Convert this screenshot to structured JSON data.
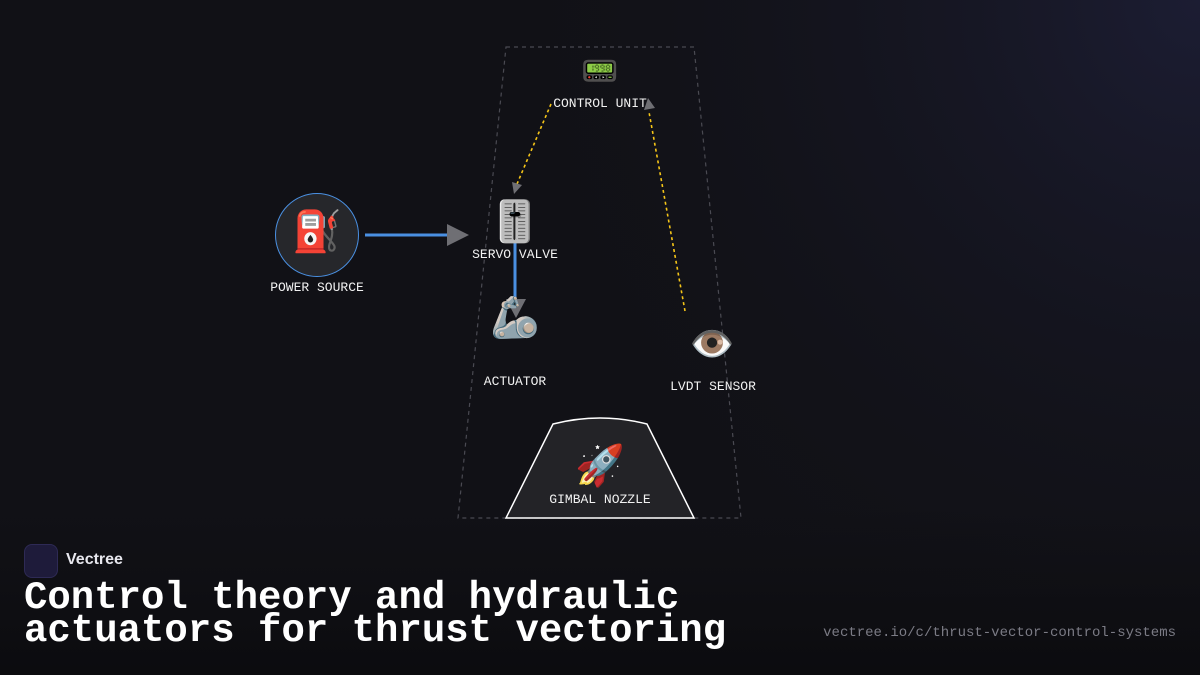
{
  "diagram": {
    "nodes": {
      "control_unit": {
        "label": "CONTROL UNIT",
        "icon": "pager-icon",
        "glyph": "📟"
      },
      "servo_valve": {
        "label": "SERVO VALVE",
        "icon": "level-slider-icon",
        "glyph": "🎚️"
      },
      "power_source": {
        "label": "POWER SOURCE",
        "icon": "fuel-pump-icon",
        "glyph": "⛽"
      },
      "actuator": {
        "label": "ACTUATOR",
        "icon": "mechanical-arm-icon",
        "glyph": "🦾"
      },
      "lvdt_sensor": {
        "label": "LVDT SENSOR",
        "icon": "eye-icon",
        "glyph": "👁️"
      },
      "gimbal_nozzle": {
        "label": "GIMBAL NOZZLE",
        "icon": "rocket-icon",
        "glyph": "🚀"
      }
    },
    "edges": [
      {
        "from": "power_source",
        "to": "servo_valve",
        "style": "solid",
        "color": "#4a90e2"
      },
      {
        "from": "servo_valve",
        "to": "actuator",
        "style": "solid",
        "color": "#4a90e2"
      },
      {
        "from": "control_unit",
        "to": "servo_valve",
        "style": "dotted",
        "color": "#f5c518"
      },
      {
        "from": "lvdt_sensor",
        "to": "control_unit",
        "style": "dotted",
        "color": "#f5c518"
      }
    ]
  },
  "brand": {
    "name": "Vectree"
  },
  "title": "Control theory and hydraulic actuators for thrust vectoring",
  "url": "vectree.io/c/thrust-vector-control-systems",
  "colors": {
    "background": "#111116",
    "flow": "#4a90e2",
    "signal": "#f5c518",
    "accent": "#8b5cf6"
  }
}
